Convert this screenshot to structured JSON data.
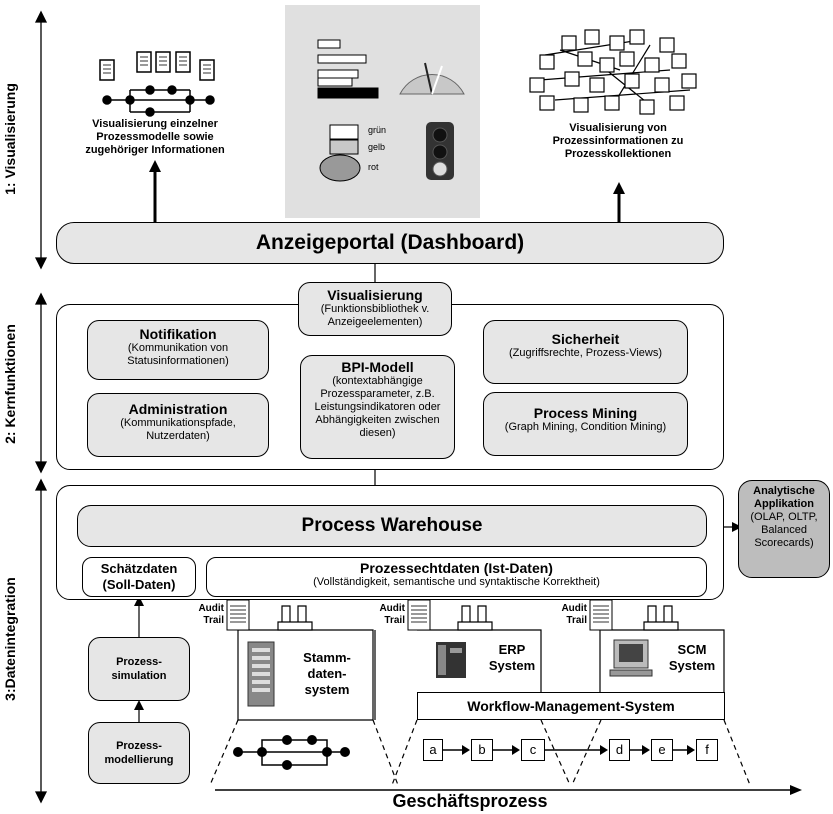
{
  "layers": {
    "visualization": "1: Visualisierung",
    "core": "2: Kernfunktionen",
    "integration": "3:Datenintegration"
  },
  "top": {
    "left_caption": "Visualisierung einzelner Prozessmodelle sowie zugehöriger Informationen",
    "right_caption": "Visualisierung von Prozessinformationen zu Prozesskollektionen",
    "traffic_labels": [
      "grün",
      "gelb",
      "rot"
    ]
  },
  "dashboard": "Anzeigeportal (Dashboard)",
  "core": {
    "visualisierung": {
      "title": "Visualisierung",
      "sub": "(Funktionsbibliothek v. Anzeigeelementen)"
    },
    "notifikation": {
      "title": "Notifikation",
      "sub": "(Kommunikation von Statusinformationen)"
    },
    "administration": {
      "title": "Administration",
      "sub": "(Kommunikationspfade, Nutzerdaten)"
    },
    "bpi": {
      "title": "BPI-Modell",
      "sub": "(kontextabhängige Prozessparameter, z.B. Leistungsindikatoren oder Abhängigkeiten zwischen diesen)"
    },
    "sicherheit": {
      "title": "Sicherheit",
      "sub": "(Zugriffsrechte, Prozess-Views)"
    },
    "process_mining": {
      "title": "Process Mining",
      "sub": "(Graph Mining, Condition Mining)"
    }
  },
  "integration": {
    "warehouse": "Process Warehouse",
    "analytic": {
      "title": "Analytische Applikation",
      "sub": "(OLAP, OLTP, Balanced Scorecards)"
    },
    "soll": "Schätzdaten (Soll-Daten)",
    "ist": {
      "title": "Prozessechtdaten (Ist-Daten)",
      "sub": "(Vollständigkeit, semantische und syntaktische Korrektheit)"
    },
    "audit": "Audit Trail",
    "simulation": "Prozess-simulation",
    "modellierung": "Prozess-modellierung",
    "stammdaten": "Stamm-daten-system",
    "erp": "ERP System",
    "scm": "SCM System",
    "workflow": "Workflow-Management-System",
    "steps": [
      "a",
      "b",
      "c",
      "d",
      "e",
      "f"
    ]
  },
  "bottom": "Geschäftsprozess"
}
